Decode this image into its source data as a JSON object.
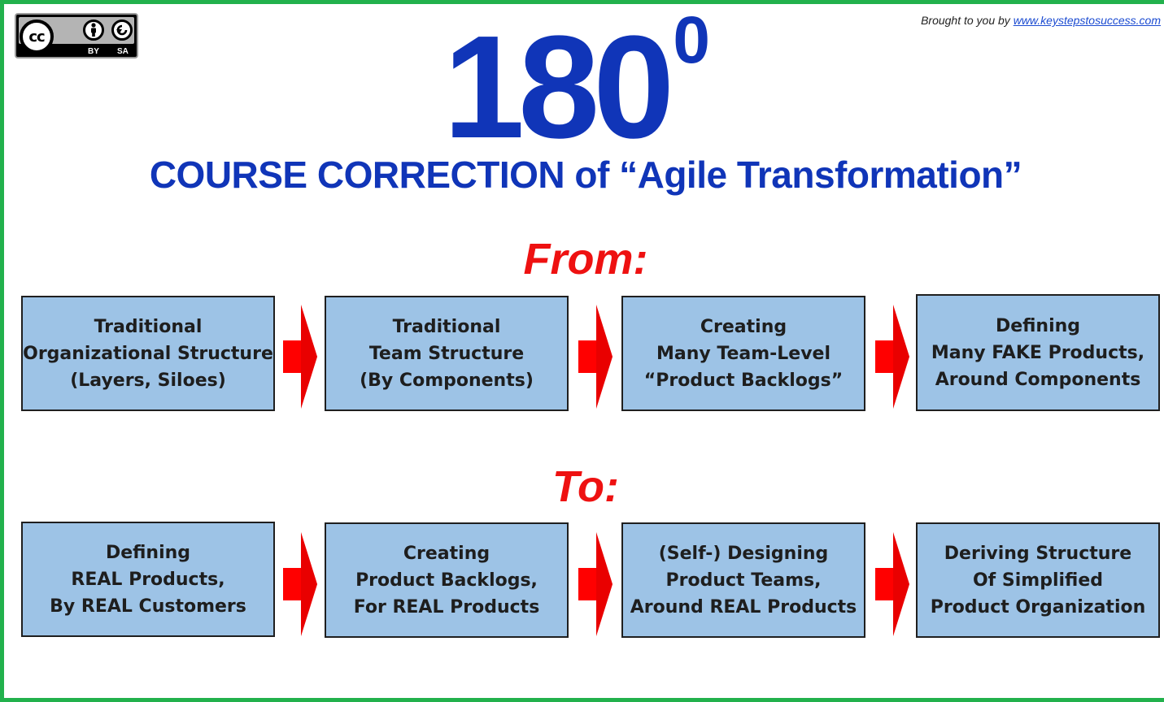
{
  "credit": {
    "prefix": "Brought to you by ",
    "link": "www.keystepstosuccess.com"
  },
  "license_badge": {
    "cc": "cc",
    "by": "BY",
    "sa": "SA"
  },
  "title": {
    "number": "180",
    "degree": "0",
    "subtitle": "COURSE CORRECTION of “Agile Transformation”"
  },
  "from": {
    "label": "From:",
    "steps": [
      "Traditional\nOrganizational Structure\n(Layers, Siloes)",
      "Traditional\nTeam Structure\n(By Components)",
      "Creating\nMany Team-Level\n“Product Backlogs”",
      "Defining\nMany FAKE Products,\nAround Components"
    ]
  },
  "to": {
    "label": "To:",
    "steps": [
      "Defining\nREAL Products,\nBy REAL Customers",
      "Creating\nProduct Backlogs,\nFor REAL Products",
      "(Self-) Designing\nProduct Teams,\nAround REAL Products",
      "Deriving Structure\nOf Simplified\nProduct Organization"
    ]
  },
  "colors": {
    "frame": "#22b14c",
    "title_blue": "#1035b8",
    "label_red": "#ee1111",
    "box_fill": "#9dc3e6",
    "arrow": "#ff0000"
  }
}
